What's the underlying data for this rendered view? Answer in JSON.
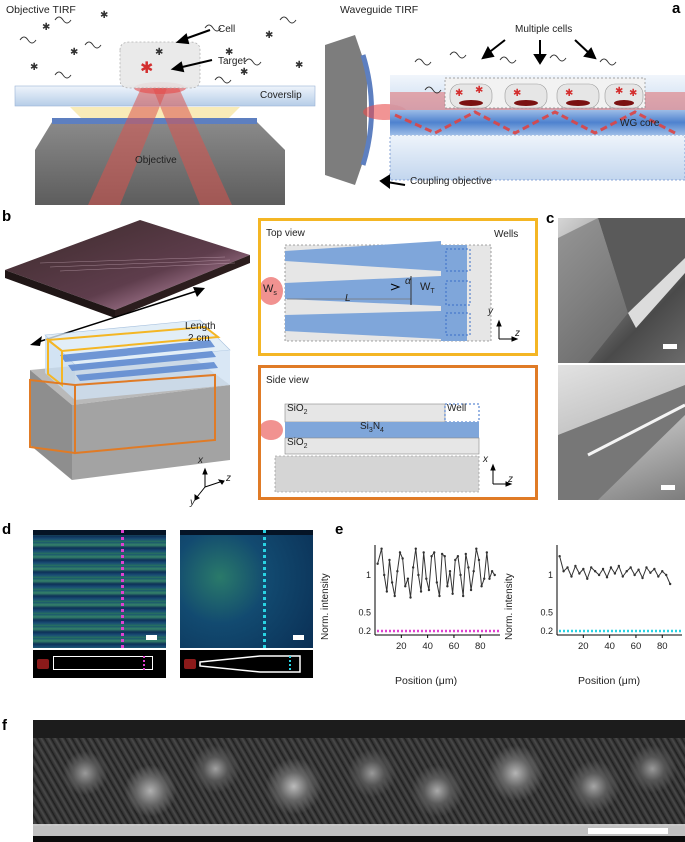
{
  "panel_labels": {
    "a": "a",
    "b": "b",
    "c": "c",
    "d": "d",
    "e": "e",
    "f": "f"
  },
  "panel_a": {
    "objective_tirf": {
      "title": "Objective TIRF",
      "cell": "Cell",
      "target": "Target",
      "coverslip": "Coverslip",
      "objective": "Objective"
    },
    "waveguide_tirf": {
      "title": "Waveguide TIRF",
      "multiple_cells": "Multiple cells",
      "wg_core": "WG core",
      "coupling_objective": "Coupling objective"
    }
  },
  "panel_b": {
    "length_label": "Length",
    "length_value": "2 cm",
    "top_view": {
      "title": "Top view",
      "wells": "Wells",
      "ws": "W",
      "ws_sub": "s",
      "wt": "W",
      "wt_sub": "T",
      "alpha": "α",
      "L": "L",
      "axis_y": "y",
      "axis_z": "z"
    },
    "side_view": {
      "title": "Side view",
      "well": "Well",
      "sio2_top": "SiO",
      "sio2_top_sub": "2",
      "si3n4": "Si",
      "si3n4_sub1": "3",
      "si3n4_mid": "N",
      "si3n4_sub2": "4",
      "sio2_bottom": "SiO",
      "sio2_bottom_sub": "2",
      "axis_x": "x",
      "axis_z": "z"
    },
    "axes3d": {
      "x": "x",
      "y": "y",
      "z": "z"
    },
    "colors": {
      "top_view_frame": "#F4B624",
      "side_view_frame": "#E07B26",
      "waveguide": "#7FA6DA",
      "laser": "#E53935"
    }
  },
  "panel_e": {
    "ylabel": "Norm. intensity",
    "xlabel": "Position (μm)",
    "yticks": [
      "1",
      "0.5",
      "0.2"
    ],
    "xticks": [
      "20",
      "40",
      "60",
      "80"
    ]
  },
  "chart_data": [
    {
      "type": "line",
      "ylabel": "Norm. intensity",
      "xlabel": "Position (μm)",
      "xlim": [
        0,
        95
      ],
      "ytick_labels": [
        "1",
        "0.5",
        "0.2"
      ],
      "xtick_labels": [
        "20",
        "40",
        "60",
        "80"
      ],
      "series": [
        {
          "color": "#333333",
          "x": [
            2,
            5,
            7,
            9,
            11,
            13,
            15,
            17,
            19,
            21,
            23,
            25,
            27,
            29,
            31,
            33,
            35,
            37,
            39,
            41,
            43,
            45,
            47,
            49,
            51,
            53,
            55,
            57,
            59,
            61,
            63,
            65,
            67,
            69,
            71,
            73,
            75,
            77,
            79,
            81,
            83,
            85,
            87,
            89,
            91
          ],
          "y": [
            1.15,
            1.35,
            1.0,
            0.78,
            1.2,
            0.9,
            0.72,
            1.05,
            1.3,
            1.22,
            0.85,
            0.95,
            0.7,
            1.1,
            1.35,
            1.0,
            0.78,
            1.3,
            0.95,
            0.8,
            1.25,
            1.3,
            0.9,
            0.72,
            1.28,
            1.25,
            0.85,
            1.05,
            0.75,
            1.2,
            1.25,
            1.0,
            0.72,
            1.28,
            1.1,
            0.8,
            1.05,
            1.35,
            1.2,
            0.85,
            0.95,
            1.3,
            0.95,
            1.05,
            1.0
          ]
        }
      ],
      "baseline_color": "#E040D0"
    },
    {
      "type": "line",
      "ylabel": "Norm. intensity",
      "xlabel": "Position (μm)",
      "xlim": [
        0,
        95
      ],
      "ytick_labels": [
        "1",
        "0.5",
        "0.2"
      ],
      "xtick_labels": [
        "20",
        "40",
        "60",
        "80"
      ],
      "series": [
        {
          "color": "#333333",
          "x": [
            2,
            5,
            8,
            11,
            14,
            17,
            20,
            23,
            26,
            29,
            32,
            35,
            38,
            41,
            44,
            47,
            50,
            53,
            56,
            59,
            62,
            65,
            68,
            71,
            74,
            77,
            80,
            83,
            86
          ],
          "y": [
            1.25,
            1.05,
            1.1,
            0.98,
            1.12,
            1.02,
            1.08,
            0.95,
            1.1,
            1.05,
            1.0,
            1.08,
            0.97,
            1.1,
            1.02,
            1.12,
            0.98,
            1.05,
            1.1,
            1.0,
            1.07,
            0.96,
            1.1,
            1.03,
            1.08,
            0.98,
            1.05,
            1.0,
            0.88
          ]
        }
      ],
      "baseline_color": "#29D3E3"
    }
  ]
}
